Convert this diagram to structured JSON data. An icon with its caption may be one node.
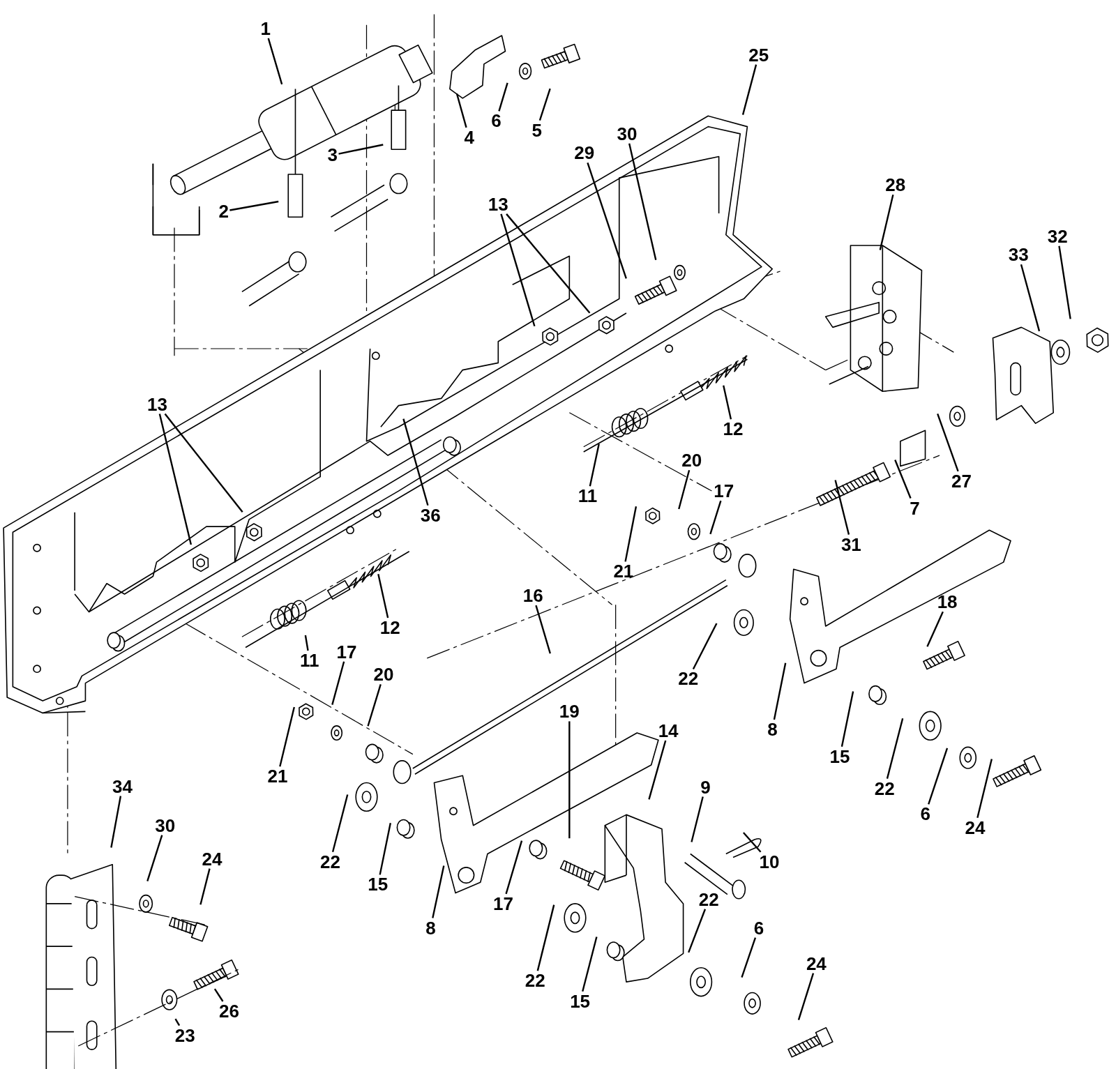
{
  "diagram": {
    "nodes": [
      {
        "text": [
          "1"
        ]
      },
      {
        "text": [
          "2"
        ]
      },
      {
        "text": [
          "3"
        ]
      },
      {
        "text": [
          "4"
        ]
      },
      {
        "text": [
          "6"
        ]
      },
      {
        "text": [
          "5"
        ]
      },
      {
        "text": [
          "25"
        ]
      },
      {
        "text": [
          "30"
        ]
      },
      {
        "text": [
          "29"
        ]
      },
      {
        "text": [
          "13"
        ]
      },
      {
        "text": [
          "28"
        ]
      },
      {
        "text": [
          "32"
        ]
      },
      {
        "text": [
          "33"
        ]
      },
      {
        "text": [
          "13"
        ]
      },
      {
        "text": [
          "36"
        ]
      },
      {
        "text": [
          "12"
        ]
      },
      {
        "text": [
          "11"
        ]
      },
      {
        "text": [
          "20"
        ]
      },
      {
        "text": [
          "17"
        ]
      },
      {
        "text": [
          "21"
        ]
      },
      {
        "text": [
          "31"
        ]
      },
      {
        "text": [
          "7"
        ]
      },
      {
        "text": [
          "27"
        ]
      },
      {
        "text": [
          "16"
        ]
      },
      {
        "text": [
          "18"
        ]
      },
      {
        "text": [
          "12"
        ]
      },
      {
        "text": [
          "11"
        ]
      },
      {
        "text": [
          "17"
        ]
      },
      {
        "text": [
          "20"
        ]
      },
      {
        "text": [
          "22"
        ]
      },
      {
        "text": [
          "8"
        ]
      },
      {
        "text": [
          "21"
        ]
      },
      {
        "text": [
          "15"
        ]
      },
      {
        "text": [
          "19"
        ]
      },
      {
        "text": [
          "34"
        ]
      },
      {
        "text": [
          "30"
        ]
      },
      {
        "text": [
          "24"
        ]
      },
      {
        "text": [
          "22"
        ]
      },
      {
        "text": [
          "14"
        ]
      },
      {
        "text": [
          "9"
        ]
      },
      {
        "text": [
          "10"
        ]
      },
      {
        "text": [
          "6"
        ]
      },
      {
        "text": [
          "24"
        ]
      },
      {
        "text": [
          "22"
        ]
      },
      {
        "text": [
          "15"
        ]
      },
      {
        "text": [
          "8"
        ]
      },
      {
        "text": [
          "17"
        ]
      },
      {
        "text": [
          "22"
        ]
      },
      {
        "text": [
          "15"
        ]
      },
      {
        "text": [
          "22"
        ]
      },
      {
        "text": [
          "6"
        ]
      },
      {
        "text": [
          "24"
        ]
      },
      {
        "text": [
          "26"
        ]
      },
      {
        "text": [
          "23"
        ]
      }
    ],
    "edges": [
      {
        "from": 0,
        "to": null,
        "arrow": "none"
      },
      {
        "from": 1,
        "to": null,
        "arrow": "none"
      },
      {
        "from": 2,
        "to": null,
        "arrow": "none"
      },
      {
        "from": 3,
        "to": null,
        "arrow": "none"
      },
      {
        "from": 4,
        "to": null,
        "arrow": "none"
      },
      {
        "from": 5,
        "to": null,
        "arrow": "none"
      },
      {
        "from": 6,
        "to": null,
        "arrow": "none"
      },
      {
        "from": 7,
        "to": null,
        "arrow": "none"
      },
      {
        "from": 8,
        "to": null,
        "arrow": "none"
      },
      {
        "from": 9,
        "to": null,
        "arrow": "none"
      },
      {
        "from": 9,
        "to": null,
        "arrow": "none"
      },
      {
        "from": 10,
        "to": null,
        "arrow": "none"
      },
      {
        "from": 11,
        "to": null,
        "arrow": "none"
      },
      {
        "from": 12,
        "to": null,
        "arrow": "none"
      },
      {
        "from": 13,
        "to": null,
        "arrow": "none"
      },
      {
        "from": 13,
        "to": null,
        "arrow": "none"
      },
      {
        "from": 14,
        "to": null,
        "arrow": "none"
      },
      {
        "from": 15,
        "to": null,
        "arrow": "none"
      },
      {
        "from": 16,
        "to": null,
        "arrow": "none"
      },
      {
        "from": 17,
        "to": null,
        "arrow": "none"
      },
      {
        "from": 18,
        "to": null,
        "arrow": "none"
      },
      {
        "from": 19,
        "to": null,
        "arrow": "none"
      },
      {
        "from": 20,
        "to": null,
        "arrow": "none"
      },
      {
        "from": 21,
        "to": null,
        "arrow": "none"
      },
      {
        "from": 22,
        "to": null,
        "arrow": "none"
      },
      {
        "from": 23,
        "to": null,
        "arrow": "none"
      },
      {
        "from": 24,
        "to": null,
        "arrow": "none"
      },
      {
        "from": 25,
        "to": null,
        "arrow": "none"
      },
      {
        "from": 26,
        "to": null,
        "arrow": "none"
      },
      {
        "from": 27,
        "to": null,
        "arrow": "none"
      },
      {
        "from": 28,
        "to": null,
        "arrow": "none"
      },
      {
        "from": 29,
        "to": null,
        "arrow": "none"
      },
      {
        "from": 30,
        "to": null,
        "arrow": "none"
      },
      {
        "from": 31,
        "to": null,
        "arrow": "none"
      },
      {
        "from": 32,
        "to": null,
        "arrow": "none"
      },
      {
        "from": 33,
        "to": null,
        "arrow": "none"
      },
      {
        "from": 34,
        "to": null,
        "arrow": "none"
      },
      {
        "from": 35,
        "to": null,
        "arrow": "none"
      },
      {
        "from": 36,
        "to": null,
        "arrow": "none"
      },
      {
        "from": 37,
        "to": null,
        "arrow": "none"
      },
      {
        "from": 38,
        "to": null,
        "arrow": "none"
      },
      {
        "from": 39,
        "to": null,
        "arrow": "none"
      },
      {
        "from": 40,
        "to": null,
        "arrow": "none"
      },
      {
        "from": 41,
        "to": null,
        "arrow": "none"
      },
      {
        "from": 42,
        "to": null,
        "arrow": "none"
      },
      {
        "from": 43,
        "to": null,
        "arrow": "none"
      },
      {
        "from": 44,
        "to": null,
        "arrow": "none"
      },
      {
        "from": 45,
        "to": null,
        "arrow": "none"
      },
      {
        "from": 46,
        "to": null,
        "arrow": "none"
      },
      {
        "from": 47,
        "to": null,
        "arrow": "none"
      },
      {
        "from": 48,
        "to": null,
        "arrow": "none"
      },
      {
        "from": 49,
        "to": null,
        "arrow": "none"
      },
      {
        "from": 50,
        "to": null,
        "arrow": "none"
      },
      {
        "from": 51,
        "to": null,
        "arrow": "none"
      },
      {
        "from": 52,
        "to": null,
        "arrow": "none"
      },
      {
        "from": 53,
        "to": null,
        "arrow": "none"
      }
    ]
  }
}
